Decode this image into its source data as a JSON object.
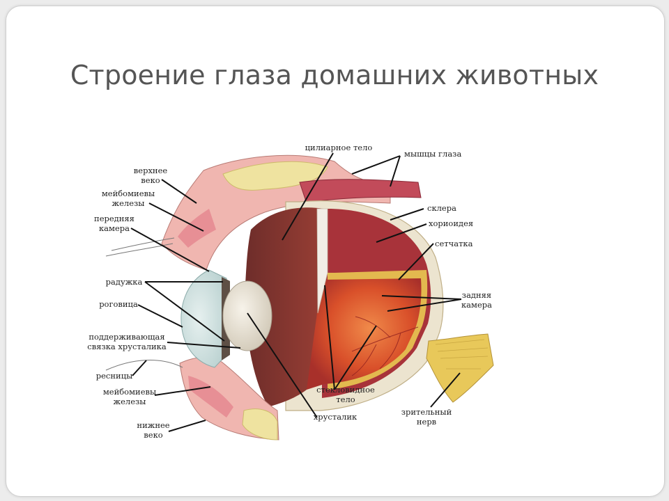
{
  "title": "Строение глаза домашних животных",
  "labels": {
    "upper_lid_1": "верхнее",
    "upper_lid_2": "веко",
    "meibomian_top_1": "мейбомиевы",
    "meibomian_top_2": "железы",
    "anterior_chamber_1": "передняя",
    "anterior_chamber_2": "камера",
    "iris": "радужка",
    "cornea": "роговица",
    "ligament_1": "поддерживающая",
    "ligament_2": "связка хрусталика",
    "eyelashes": "ресницы",
    "meibomian_bottom_1": "мейбомиевы",
    "meibomian_bottom_2": "железы",
    "lower_lid_1": "нижнее",
    "lower_lid_2": "веко",
    "ciliary_body": "цилиарное тело",
    "eye_muscles": "мышцы глаза",
    "sclera": "склера",
    "choroid": "хориоидея",
    "retina": "сетчатка",
    "posterior_chamber_1": "задняя",
    "posterior_chamber_2": "камера",
    "vitreous_1": "стекловидное",
    "vitreous_2": "тело",
    "lens": "хрусталик",
    "optic_nerve_1": "зрительный",
    "optic_nerve_2": "нерв"
  },
  "colors": {
    "title": "#555555",
    "sclera": "#ece4cf",
    "choroid": "#a8333a",
    "retina": "#e3b94f",
    "vitreous": "#d2552a",
    "lens": "#e7e1d4",
    "cornea": "#cfe0e0",
    "eyelid": "#f0a3a8",
    "fat": "#efe3a0",
    "muscle": "#c24b5a",
    "nerve": "#e8c85a"
  }
}
